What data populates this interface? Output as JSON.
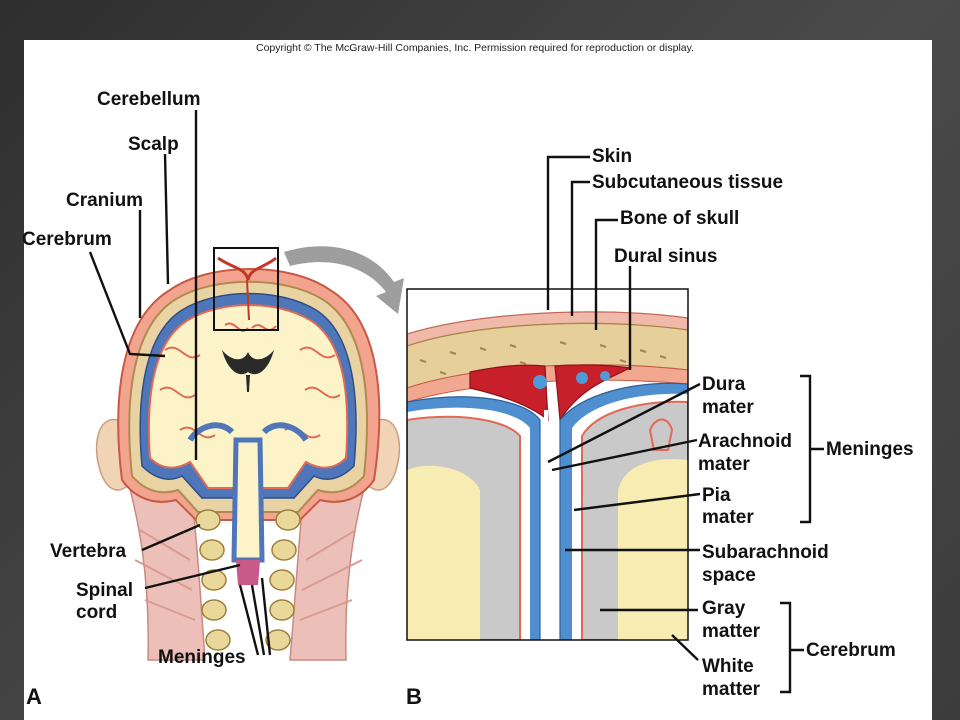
{
  "copyright": "Copyright © The McGraw-Hill Companies, Inc. Permission required for reproduction or display.",
  "panel_a": {
    "letter": "A",
    "labels": {
      "cerebellum": "Cerebellum",
      "scalp": "Scalp",
      "cranium": "Cranium",
      "cerebrum": "Cerebrum",
      "vertebra": "Vertebra",
      "spinal_1": "Spinal",
      "spinal_2": "cord",
      "meninges": "Meninges"
    }
  },
  "panel_b": {
    "letter": "B",
    "labels": {
      "skin": "Skin",
      "subcutaneous": "Subcutaneous tissue",
      "bone": "Bone of skull",
      "dural_sinus": "Dural sinus",
      "dura_1": "Dura",
      "dura_2": "mater",
      "arach_1": "Arachnoid",
      "arach_2": "mater",
      "pia_1": "Pia",
      "pia_2": "mater",
      "subarach_1": "Subarachnoid",
      "subarach_2": "space",
      "gray_1": "Gray",
      "gray_2": "matter",
      "white_1": "White",
      "white_2": "matter",
      "meninges": "Meninges",
      "cerebrum": "Cerebrum"
    }
  }
}
